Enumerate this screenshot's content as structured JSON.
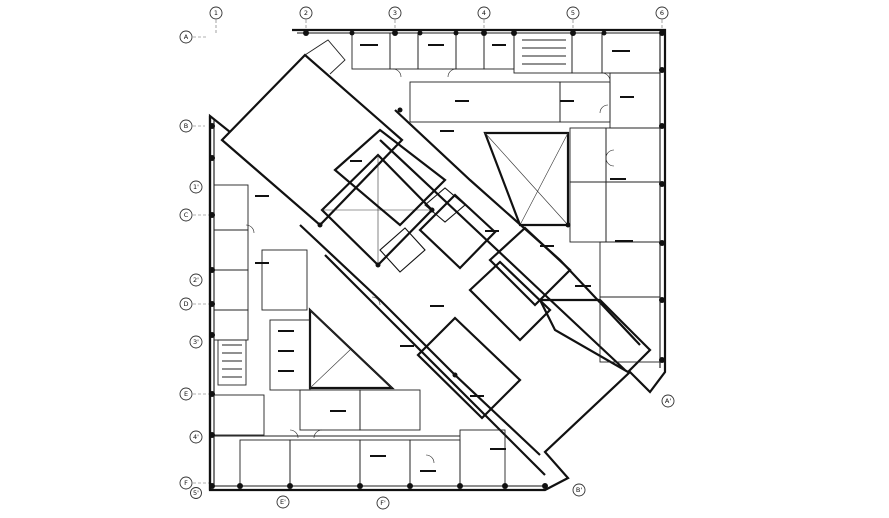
{
  "drawing": {
    "type": "architectural floor plan",
    "grid_columns": [
      "1",
      "2",
      "3",
      "4",
      "5",
      "6"
    ],
    "grid_rows": [
      "A",
      "B",
      "1'",
      "C",
      "2'",
      "D",
      "3'",
      "E",
      "4'",
      "F"
    ],
    "secondary_labels": [
      "5'",
      "E'",
      "F'",
      "A'",
      "B'"
    ]
  },
  "colors": {
    "ink": "#111111",
    "background": "#ffffff"
  }
}
